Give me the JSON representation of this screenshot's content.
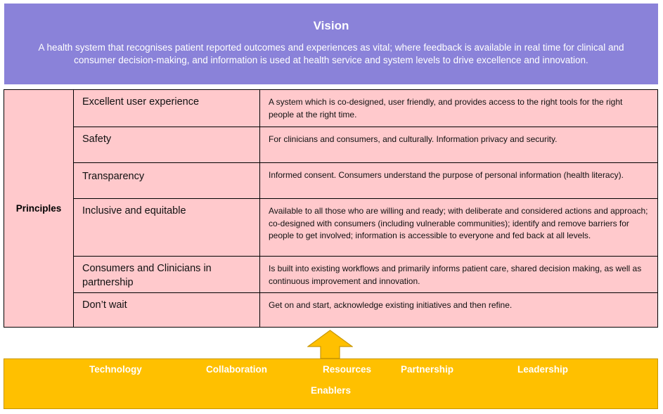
{
  "vision": {
    "title": "Vision",
    "text": "A health system that recognises patient reported outcomes and experiences as vital; where feedback is available in real time for clinical and consumer decision-making, and information is used at health service and system levels to drive excellence and innovation."
  },
  "principles": {
    "label": "Principles",
    "rows": [
      {
        "name": "Excellent user experience",
        "description": "A system which is co-designed, user friendly, and provides access to the right tools for the right people at the right time."
      },
      {
        "name": "Safety",
        "description": "For clinicians and consumers, and culturally.  Information privacy and security."
      },
      {
        "name": "Transparency",
        "description": "Informed consent. Consumers understand the purpose of personal information (health literacy)."
      },
      {
        "name": "Inclusive and equitable",
        "description": "Available to all those who are willing and ready; with deliberate and considered actions and approach; co-designed with consumers (including vulnerable communities); identify and remove barriers for people to get involved; information is accessible to everyone and fed back at all levels."
      },
      {
        "name": "Consumers and Clinicians in partnership",
        "description": "Is built into existing workflows and primarily informs patient care, shared decision making, as well as continuous improvement and innovation."
      },
      {
        "name": "Don’t wait",
        "description": "Get on and start, acknowledge existing initiatives and then refine."
      }
    ]
  },
  "enablers": {
    "items": [
      "Technology",
      "Collaboration",
      "Resources",
      "Partnership",
      "Leadership"
    ],
    "title": "Enablers"
  },
  "colors": {
    "vision_bg": "#8a82d9",
    "principles_bg": "#ffc9cc",
    "enablers_bg": "#ffc000",
    "text_light": "#ffffff"
  }
}
